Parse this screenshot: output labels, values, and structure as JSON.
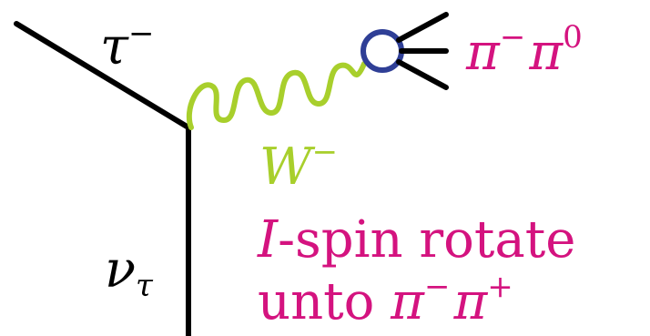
{
  "colors": {
    "fermion": "#000000",
    "boson": "#a8cf2c",
    "blob": "#2f3f96",
    "magenta": "#d4137f"
  },
  "labels": {
    "tau": "τ",
    "tau_charge": "−",
    "nu": "ν",
    "nu_sub": "τ",
    "w": "W",
    "w_charge": "−",
    "final_pi1": "π",
    "final_pi1_charge": "−",
    "final_pi2": "π",
    "final_pi2_charge": "0",
    "ispin_I": "I",
    "ispin_rest": "-spin rotate",
    "unto": "unto ",
    "rot_pi1": "π",
    "rot_pi1_charge": "−",
    "rot_pi2": "π",
    "rot_pi2_charge": "+"
  }
}
